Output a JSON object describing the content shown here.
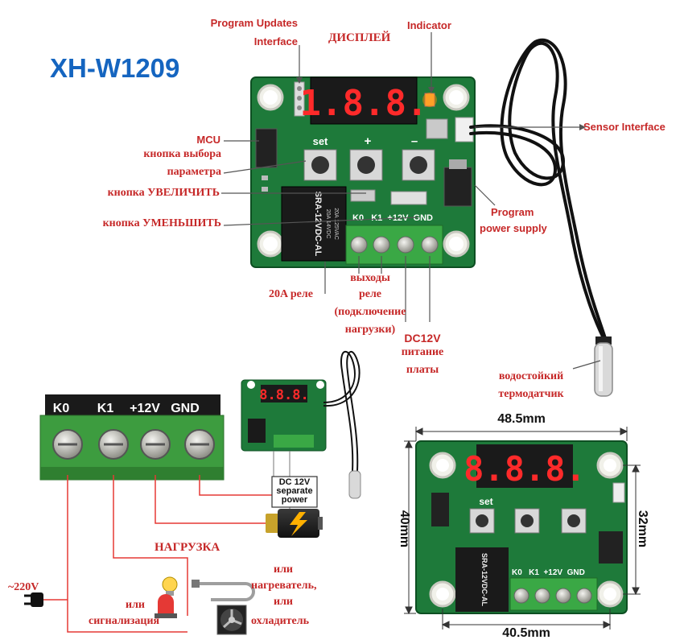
{
  "title": "XH-W1209",
  "colors": {
    "title_blue": "#1565c0",
    "label_red": "#c62828",
    "pcb_green": "#1e7a3a",
    "seg_red": "#ff2a2a",
    "terminal_green": "#3aa845"
  },
  "top": {
    "program_updates_1": "Program Updates",
    "program_updates_2": "Interface",
    "display": "ДИСПЛЕЙ",
    "indicator": "Indicator",
    "mcu": "MCU",
    "sensor_interface": "Sensor Interface",
    "select_btn_1": "кнопка выбора",
    "select_btn_2": "параметра",
    "increase_btn": "кнопка УВЕЛИЧИТЬ",
    "decrease_btn": "кнопка УМЕНЬШИТЬ",
    "program_1": "Program",
    "program_2": "power supply",
    "relay_20a": "20A  реле",
    "relay_out_1": "выходы",
    "relay_out_2": "реле",
    "relay_out_3": "(подключение",
    "relay_out_4": "нагрузки)",
    "dc_1": "DC12V",
    "dc_2": "питание",
    "dc_3": "платы",
    "sensor_1": "водостойкий",
    "sensor_2": "термодатчик",
    "btn_set": "set",
    "btn_plus": "+",
    "btn_minus": "–",
    "terminals": "K0   K1  +12V  GND",
    "relay_text_1": "SRA-12VDC-AL",
    "relay_text_2": "20A 14VDC",
    "relay_text_3": "20A 125VAC",
    "display_digits": "1.8.8."
  },
  "wiring": {
    "terminals": [
      "K0",
      "K1",
      "+12V",
      "GND"
    ],
    "dc_1": "DC 12V",
    "dc_2": "separate",
    "dc_3": "power",
    "load": "НАГРУЗКА",
    "v220": "~220V",
    "alarm_or": "или",
    "alarm": "сигнализация",
    "heater_1": "или",
    "heater_2": "нагреватель,",
    "heater_3": "или",
    "cooler": "охладитель"
  },
  "dims": {
    "width": "48.5mm",
    "height": "40mm",
    "inner_height": "32mm",
    "bottom": "40.5mm",
    "terminals": "K0   K1  +12V  GND",
    "btn_set": "set"
  }
}
